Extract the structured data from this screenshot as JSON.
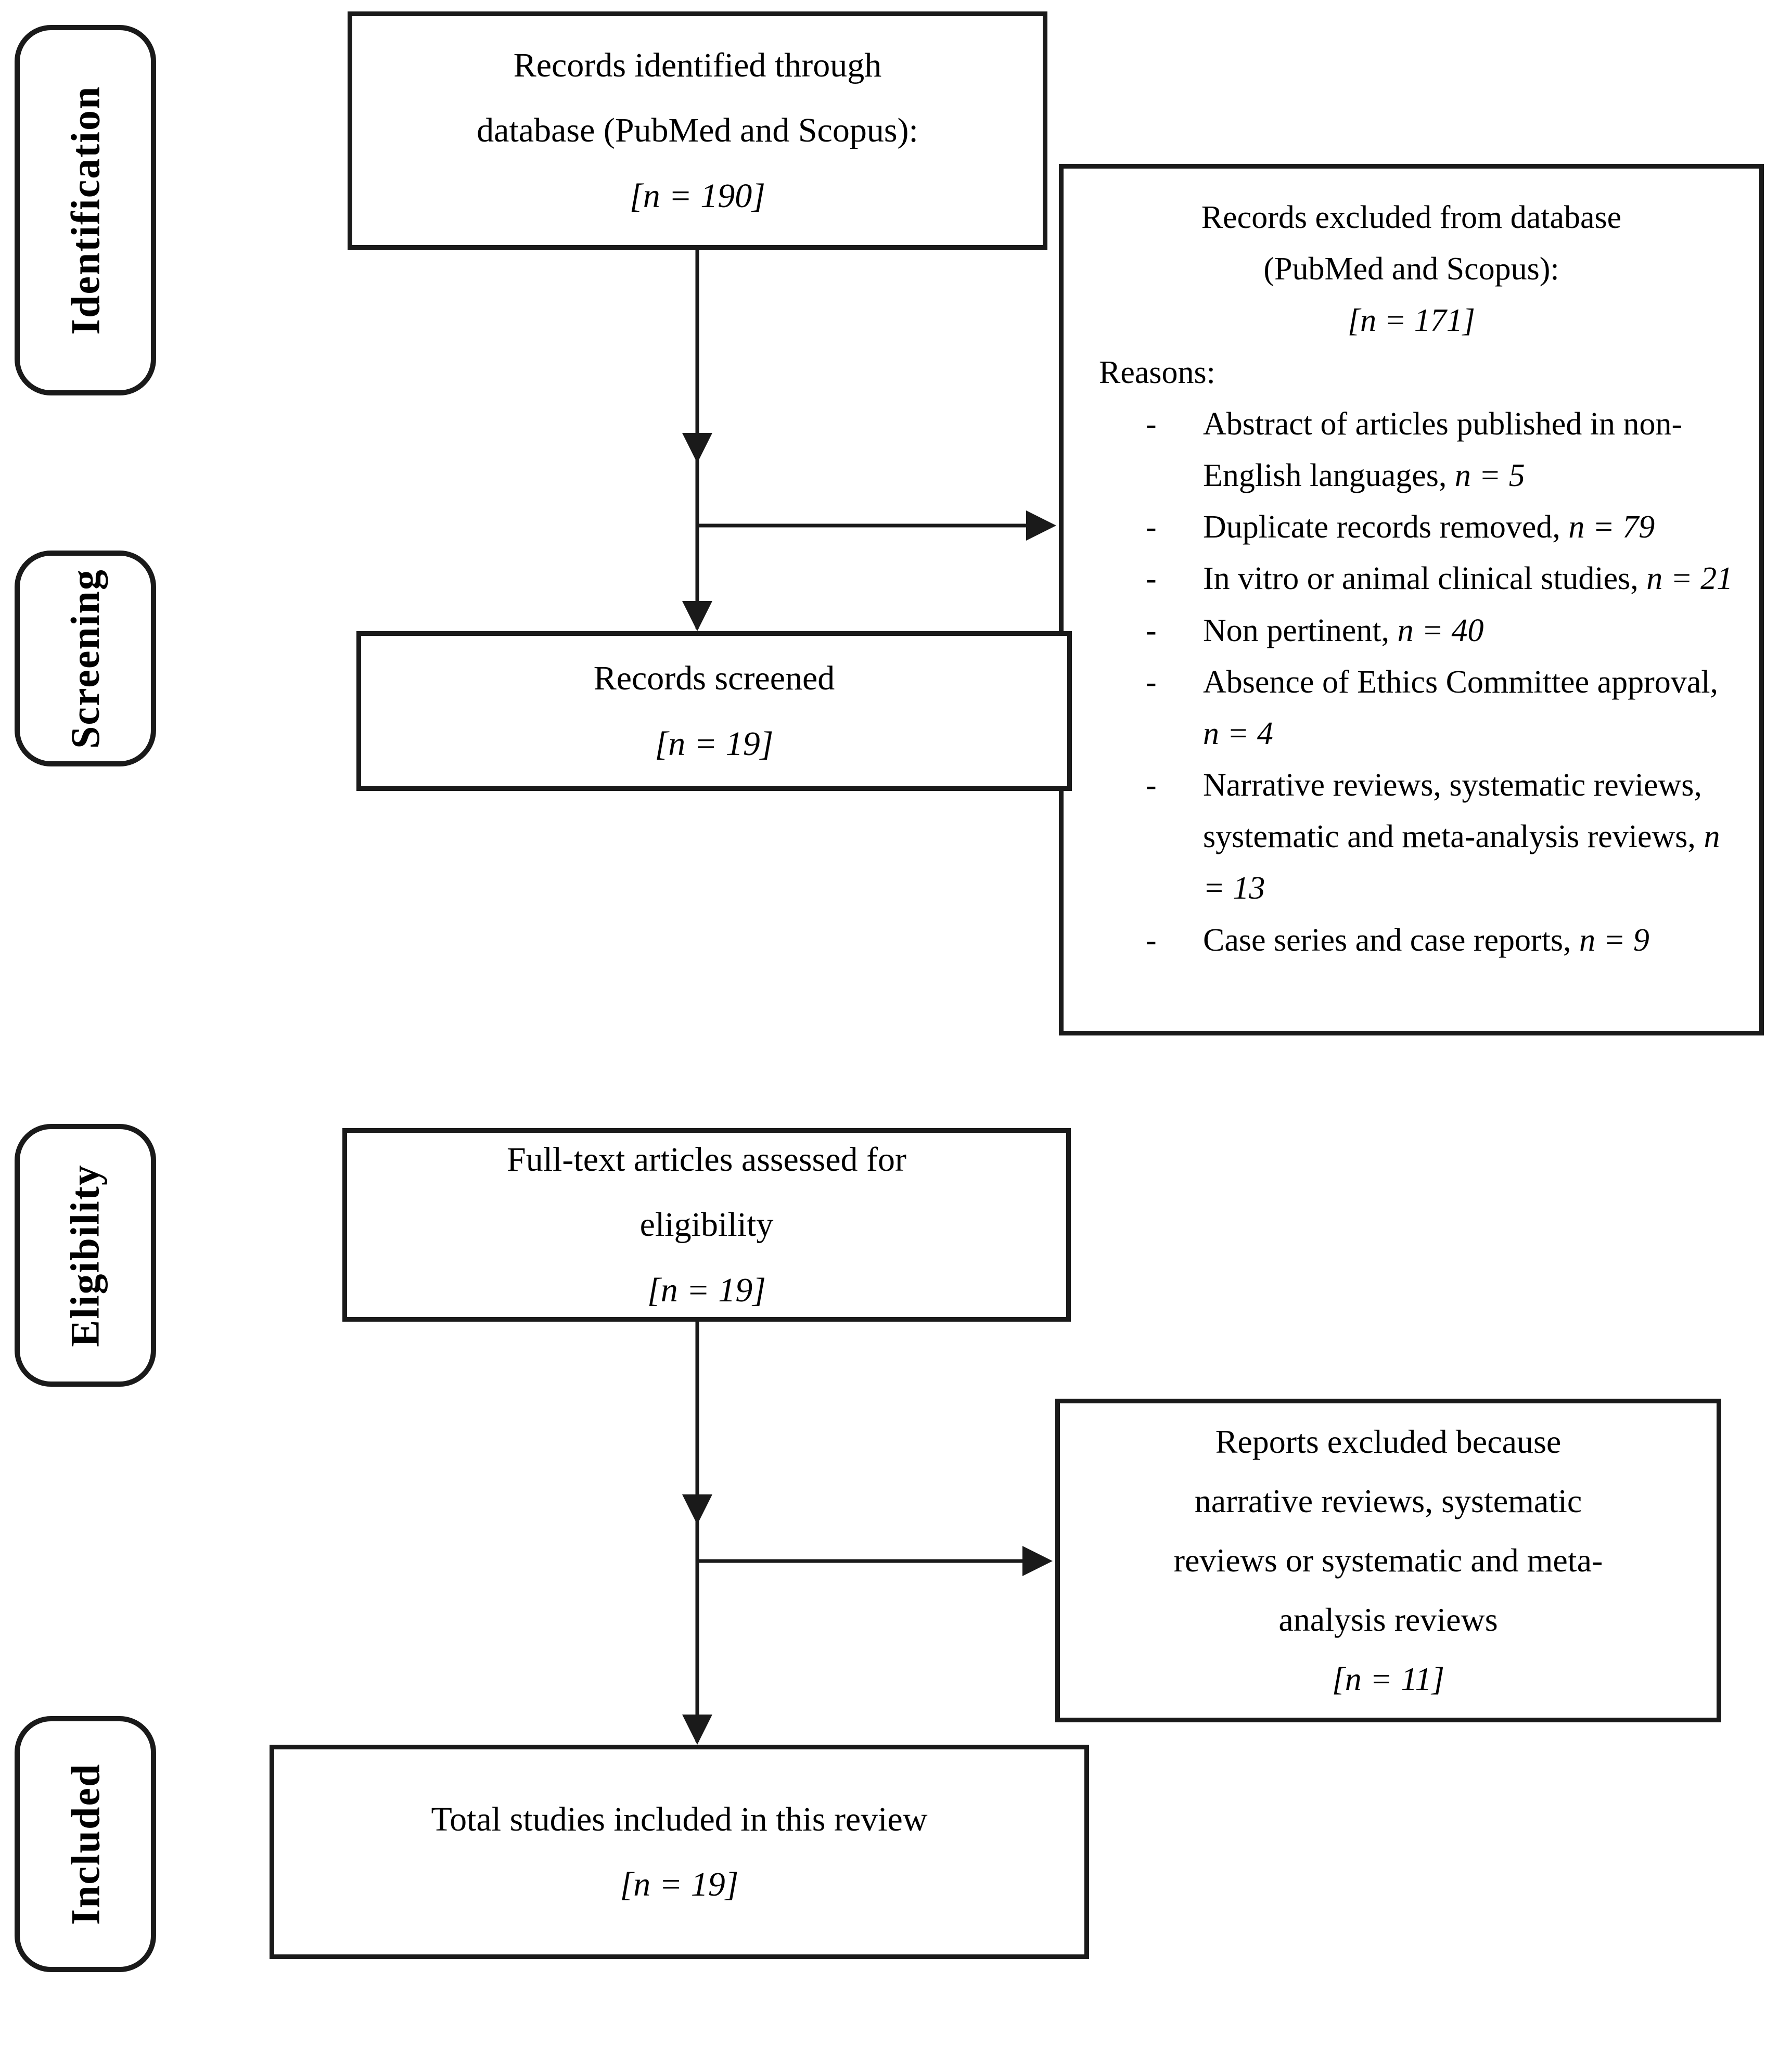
{
  "sidebar": {
    "stages": [
      "Identification",
      "Screening",
      "Eligibility",
      "Included"
    ]
  },
  "boxes": {
    "identified": {
      "lines": [
        "Records identified through",
        "database (PubMed and Scopus):"
      ],
      "count": "[n = 190]"
    },
    "excluded_db": {
      "lines": [
        "Records excluded from database",
        "(PubMed and Scopus):"
      ],
      "count": "[n = 171]",
      "reasons_label": "Reasons:",
      "bullet": "-",
      "reasons": [
        {
          "label": "Abstract of articles published in non-English languages,",
          "n": "n = 5"
        },
        {
          "label": "Duplicate records removed,",
          "n": "n = 79"
        },
        {
          "label": "In vitro or animal clinical studies,",
          "n": "n = 21"
        },
        {
          "label": "Non pertinent,",
          "n": "n = 40"
        },
        {
          "label": "Absence of Ethics Committee approval,",
          "n": "n = 4"
        },
        {
          "label": "Narrative reviews, systematic reviews, systematic and meta-analysis reviews,",
          "n": "n = 13"
        },
        {
          "label": "Case series and case reports,",
          "n": "n = 9"
        }
      ]
    },
    "screened": {
      "lines": [
        "Records screened"
      ],
      "count": "[n = 19]"
    },
    "fulltext": {
      "lines": [
        "Full-text articles assessed for",
        "eligibility"
      ],
      "count": "[n = 19]"
    },
    "excluded_reports": {
      "lines": [
        "Reports excluded because",
        "narrative reviews, systematic",
        "reviews or systematic and meta-",
        "analysis reviews"
      ],
      "count": "[n = 11]"
    },
    "total": {
      "lines": [
        "Total studies included in this review"
      ],
      "count": "[n = 19]"
    }
  },
  "colors": {
    "line": "#1a1a1a",
    "background": "#ffffff",
    "text": "#000000"
  }
}
